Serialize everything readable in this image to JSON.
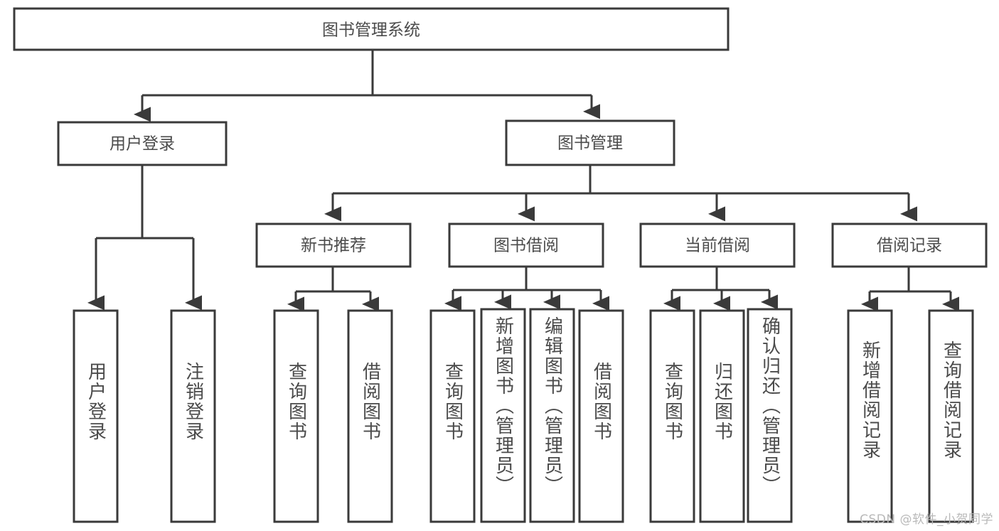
{
  "diagram": {
    "title": "图书管理系统",
    "type": "tree-hierarchy-chart",
    "root": {
      "label": "图书管理系统"
    },
    "level1": [
      {
        "label": "用户登录"
      },
      {
        "label": "图书管理"
      }
    ],
    "level2": [
      {
        "label": "新书推荐"
      },
      {
        "label": "图书借阅"
      },
      {
        "label": "当前借阅"
      },
      {
        "label": "借阅记录"
      }
    ],
    "leaves": [
      {
        "label": "用户登录",
        "parent": "用户登录"
      },
      {
        "label": "注销登录",
        "parent": "用户登录"
      },
      {
        "label": "查询图书",
        "parent": "新书推荐"
      },
      {
        "label": "借阅图书",
        "parent": "新书推荐"
      },
      {
        "label": "查询图书",
        "parent": "图书借阅"
      },
      {
        "label": "新增图书（管理员）",
        "parent": "图书借阅"
      },
      {
        "label": "编辑图书（管理员）",
        "parent": "图书借阅"
      },
      {
        "label": "借阅图书",
        "parent": "图书借阅"
      },
      {
        "label": "查询图书",
        "parent": "当前借阅"
      },
      {
        "label": "归还图书",
        "parent": "当前借阅"
      },
      {
        "label": "确认归还（管理员）",
        "parent": "当前借阅"
      },
      {
        "label": "新增借阅记录",
        "parent": "借阅记录"
      },
      {
        "label": "查询借阅记录",
        "parent": "借阅记录"
      }
    ]
  },
  "watermark": {
    "text": "CSDN @软件_小贺同学"
  },
  "colors": {
    "stroke": "#3a3a3a",
    "text": "#4b4b4b",
    "background": "#ffffff",
    "watermark": "#b9b9b9"
  }
}
